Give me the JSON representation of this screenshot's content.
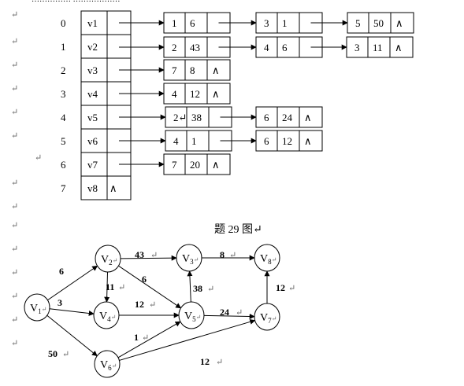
{
  "colors": {
    "ink": "#000000",
    "paper": "#ffffff",
    "paragraph_mark": "#666666"
  },
  "header_fragment": "…………… ………………",
  "adjacency_list": {
    "vertices": [
      {
        "index": "0",
        "label": "v1",
        "nodes": [
          {
            "v": "1",
            "w": "6"
          },
          {
            "v": "3",
            "w": "1"
          },
          {
            "v": "5",
            "w": "50",
            "null": "∧"
          }
        ]
      },
      {
        "index": "1",
        "label": "v2",
        "nodes": [
          {
            "v": "2",
            "w": "43"
          },
          {
            "v": "4",
            "w": "6"
          },
          {
            "v": "3",
            "w": "11",
            "null": "∧"
          }
        ]
      },
      {
        "index": "2",
        "label": "v3",
        "nodes": [
          {
            "v": "7",
            "w": "8",
            "null": "∧"
          }
        ]
      },
      {
        "index": "3",
        "label": "v4",
        "nodes": [
          {
            "v": "4",
            "w": "12",
            "null": "∧"
          }
        ]
      },
      {
        "index": "4",
        "label": "v5",
        "nodes": [
          {
            "v": "2↵",
            "w": "38"
          },
          {
            "v": "6",
            "w": "24",
            "null": "∧"
          }
        ]
      },
      {
        "index": "5",
        "label": "v6",
        "nodes": [
          {
            "v": "4",
            "w": "1"
          },
          {
            "v": "6",
            "w": "12",
            "null": "∧"
          }
        ]
      },
      {
        "index": "6",
        "label": "v7",
        "nodes": [
          {
            "v": "7",
            "w": "20",
            "null": "∧"
          }
        ]
      },
      {
        "index": "7",
        "label": "v8",
        "null": "∧",
        "nodes": []
      }
    ],
    "paragraph_mark": "↵"
  },
  "graph": {
    "caption": "题 29 图↵",
    "nodes": [
      {
        "id": "V1",
        "base": "V",
        "sub": "1",
        "mark": "↵"
      },
      {
        "id": "V2",
        "base": "V",
        "sub": "2",
        "mark": "↵"
      },
      {
        "id": "V3",
        "base": "V",
        "sub": "3",
        "mark": "↵"
      },
      {
        "id": "V4",
        "base": "V",
        "sub": "4",
        "mark": "↵"
      },
      {
        "id": "V5",
        "base": "V",
        "sub": "5",
        "mark": "↵"
      },
      {
        "id": "V6",
        "base": "V",
        "sub": "6",
        "mark": "↵"
      },
      {
        "id": "V7",
        "base": "V",
        "sub": "7",
        "mark": "↵"
      },
      {
        "id": "V8",
        "base": "V",
        "sub": "8",
        "mark": "↵"
      }
    ],
    "edges": [
      {
        "from": "V1",
        "to": "V2",
        "weight": "6",
        "mark": ""
      },
      {
        "from": "V1",
        "to": "V4",
        "weight": "3",
        "mark": ""
      },
      {
        "from": "V1",
        "to": "V6",
        "weight": "50",
        "mark": "↵"
      },
      {
        "from": "V2",
        "to": "V3",
        "weight": "43",
        "mark": "↵"
      },
      {
        "from": "V2",
        "to": "V4",
        "weight": "11",
        "mark": "↵"
      },
      {
        "from": "V2",
        "to": "V5",
        "weight": "6",
        "mark": ""
      },
      {
        "from": "V3",
        "to": "V8",
        "weight": "8",
        "mark": "↵"
      },
      {
        "from": "V4",
        "to": "V5",
        "weight": "12",
        "mark": "↵"
      },
      {
        "from": "V5",
        "to": "V3",
        "weight": "38",
        "mark": "↵"
      },
      {
        "from": "V5",
        "to": "V7",
        "weight": "24",
        "mark": "↵"
      },
      {
        "from": "V6",
        "to": "V5",
        "weight": "1",
        "mark": "↵"
      },
      {
        "from": "V6",
        "to": "V7",
        "weight": "12",
        "mark": "↵"
      },
      {
        "from": "V7",
        "to": "V8",
        "weight": "12",
        "mark": "↵"
      }
    ]
  }
}
